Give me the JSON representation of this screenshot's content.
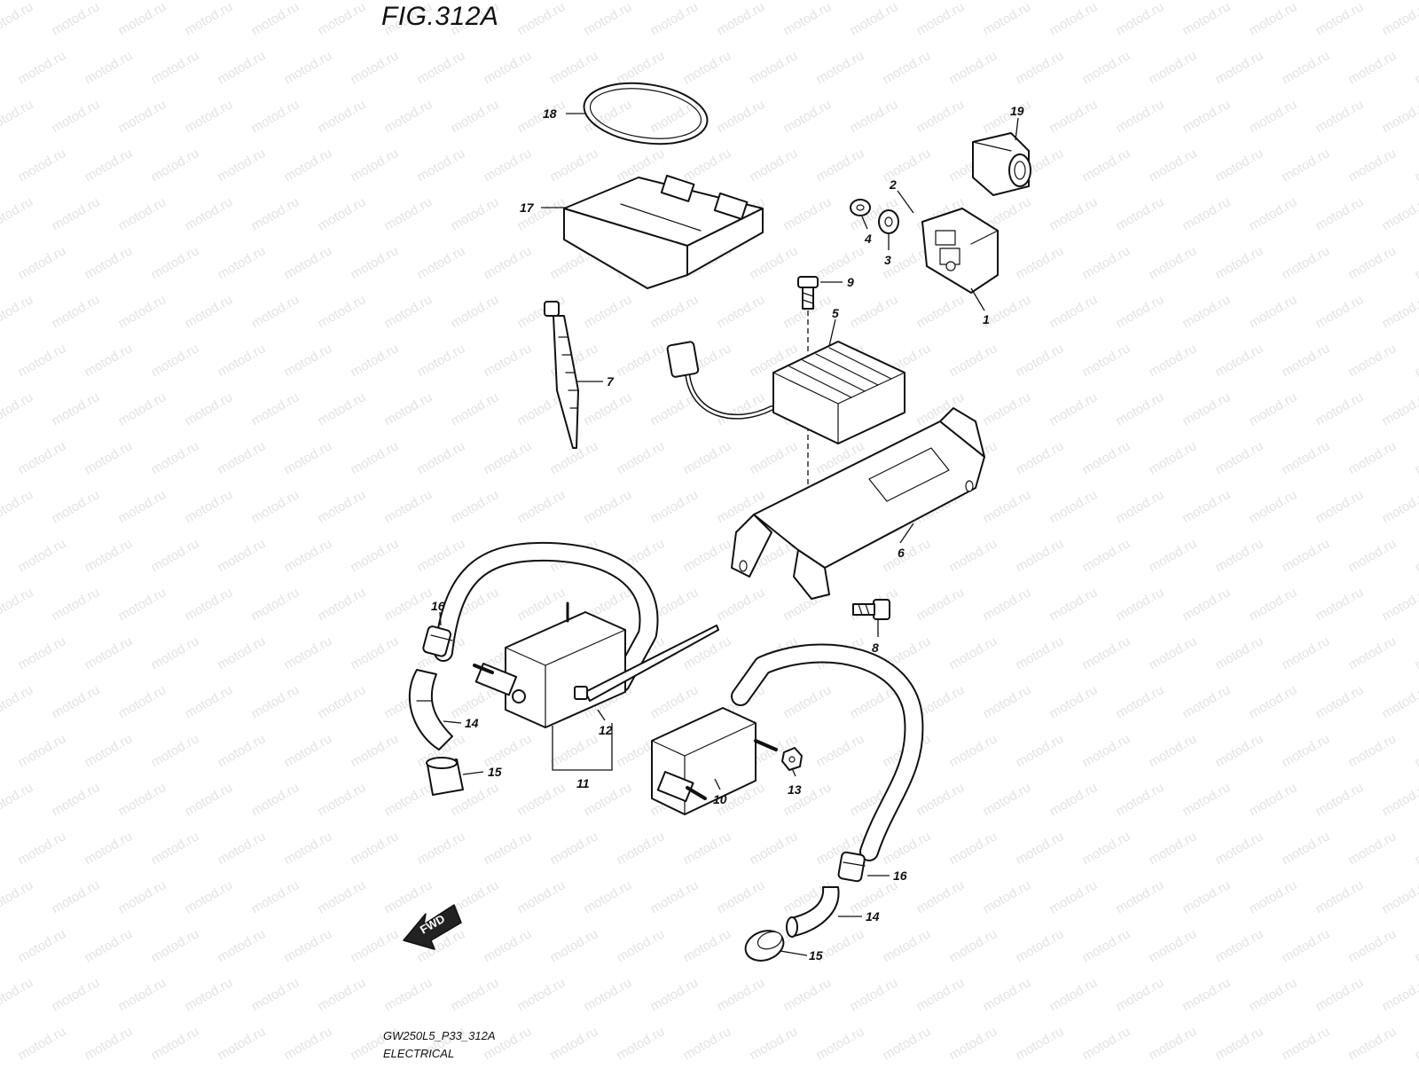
{
  "title": "FIG.312A",
  "footer": {
    "code": "GW250L5_P33_312A",
    "name": "ELECTRICAL"
  },
  "watermark": "motod.ru",
  "fwd_label": "FWD",
  "callouts": [
    "18",
    "19",
    "17",
    "2",
    "4",
    "3",
    "9",
    "1",
    "5",
    "7",
    "6",
    "16",
    "8",
    "14",
    "12",
    "15",
    "11",
    "10",
    "13",
    "16",
    "14",
    "15"
  ]
}
